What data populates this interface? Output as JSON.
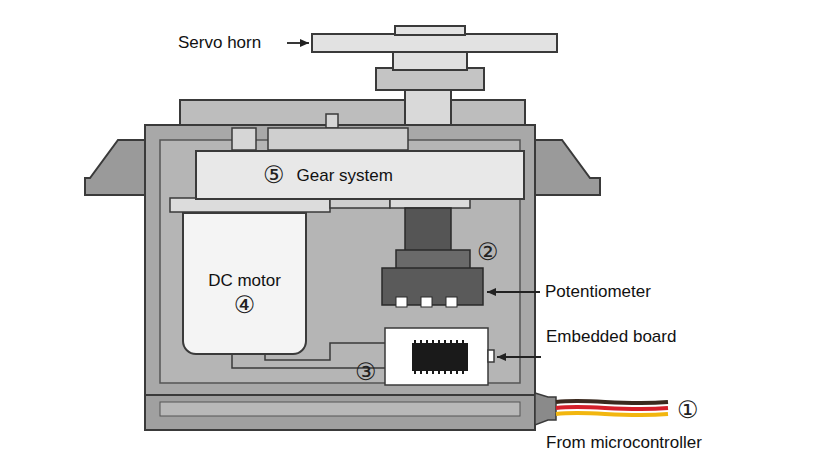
{
  "diagram": {
    "nodes": [
      {
        "text": [
          "⑤",
          "Gear system"
        ]
      },
      {
        "text": [
          "DC motor",
          "④"
        ]
      }
    ],
    "labels": [
      "Servo horn",
      "②",
      "Potentiometer",
      "Embedded board",
      "③",
      "①",
      "From microcontroller"
    ]
  }
}
